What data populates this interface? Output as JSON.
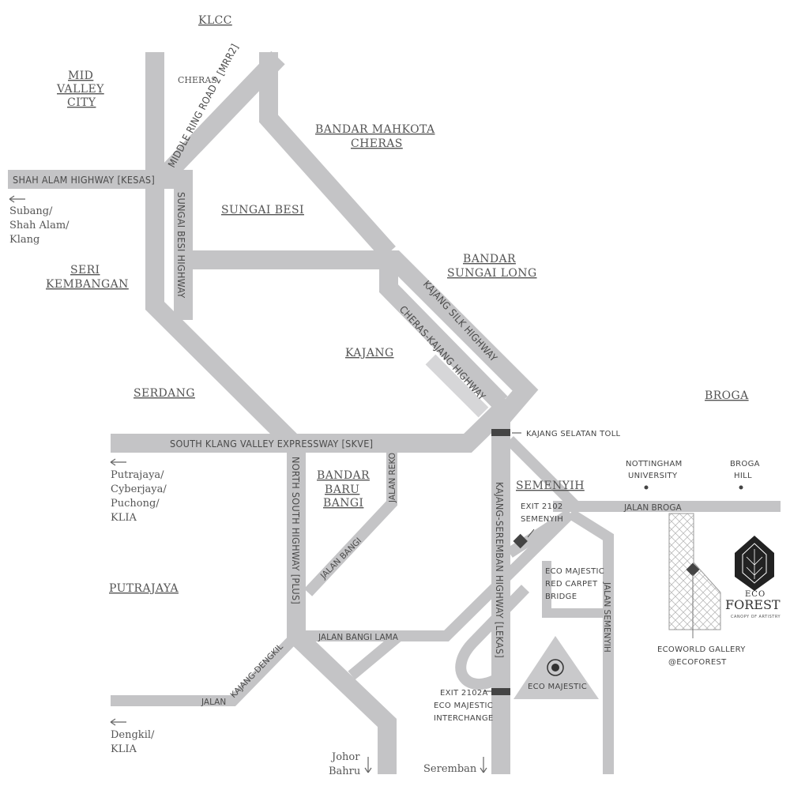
{
  "areas": {
    "klcc": "KLCC",
    "mid_valley": [
      "MID",
      "VALLEY",
      "CITY"
    ],
    "cheras": "CHERAS",
    "bandar_mahkota": [
      "BANDAR MAHKOTA",
      "CHERAS"
    ],
    "sungai_besi": "SUNGAI BESI",
    "bandar_sungai_long": [
      "BANDAR",
      "SUNGAI LONG"
    ],
    "seri_kembangan": [
      "SERI",
      "KEMBANGAN"
    ],
    "kajang": "KAJANG",
    "serdang": "SERDANG",
    "broga": "BROGA",
    "bandar_baru_bangi": [
      "BANDAR",
      "BARU",
      "BANGI"
    ],
    "semenyih": "SEMENYIH",
    "putrajaya": "PUTRAJAYA"
  },
  "destinations": {
    "west_top": [
      "Subang/",
      "Shah Alam/",
      "Klang"
    ],
    "west_mid": [
      "Putrajaya/",
      "Cyberjaya/",
      "Puchong/",
      "KLIA"
    ],
    "west_bottom": [
      "Dengkil/",
      "KLIA"
    ],
    "south_johor": [
      "Johor",
      "Bahru"
    ],
    "south_seremban": "Seremban"
  },
  "roads": {
    "kesas": "SHAH ALAM HIGHWAY [KESAS]",
    "mrr2": "MIDDLE RING ROAD 2 [MRR2]",
    "sungai_besi_hwy": "SUNGAI BESI HIGHWAY",
    "silk": "KAJANG SILK HIGHWAY",
    "cheras_kajang": "CHERAS-KAJANG HIGHWAY",
    "skve": "SOUTH KLANG VALLEY EXPRESSWAY [SKVE]",
    "plus": "NORTH SOUTH HIGHWAY [PLUS]",
    "lekas": "KAJANG-SEREMBAN HIGHWAY [LEKAS]",
    "jalan_reko": "JALAN REKO",
    "jalan_bangi": "JALAN BANGI",
    "jalan_bangi_lama": "JALAN BANGI LAMA",
    "jalan_kajang_dengkil_1": "JALAN",
    "jalan_kajang_dengkil_2": "KAJANG-DENGKIL",
    "jalan_broga": "JALAN BROGA",
    "jalan_semenyih": "JALAN SEMENYIH"
  },
  "landmarks": {
    "kajang_toll": "KAJANG SELATAN TOLL",
    "exit_2102": [
      "EXIT 2102",
      "SEMENYIH"
    ],
    "red_carpet": [
      "ECO MAJESTIC",
      "RED CARPET",
      "BRIDGE"
    ],
    "nottingham": [
      "NOTTINGHAM",
      "UNIVERSITY"
    ],
    "broga_hill": [
      "BROGA",
      "HILL"
    ],
    "eco_majestic": "ECO MAJESTIC",
    "exit_2102a": [
      "EXIT 2102A",
      "ECO MAJESTIC",
      "INTERCHANGE"
    ],
    "ecoworld": [
      "ECOWORLD GALLERY",
      "@ECOFOREST"
    ]
  },
  "logo": {
    "eco": "ECO",
    "forest": "FOREST",
    "tagline": "CANOPY OF ARTISTRY"
  }
}
